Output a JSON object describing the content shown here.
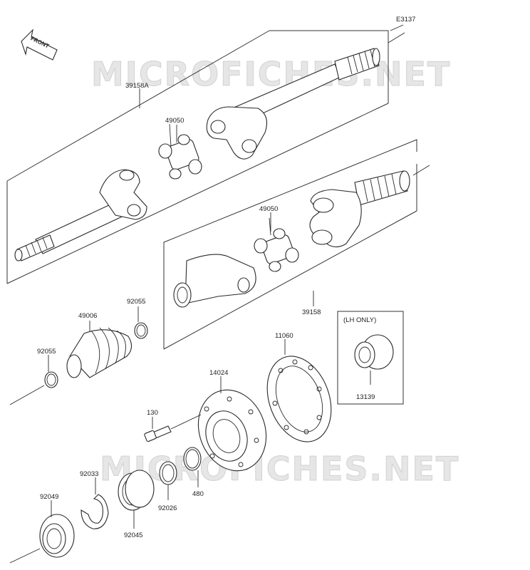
{
  "diagram_code": "E3137",
  "watermark": "MICROFICHES.NET",
  "front_arrow_label": "FRONT",
  "lh_only_note": "(LH ONLY)",
  "part_numbers": {
    "shaft_assy_a": "39158A",
    "shaft_assy": "39158",
    "joint_upper": "49050",
    "joint_lower": "49050",
    "boot": "49006",
    "band_right": "92055",
    "band_left": "92055",
    "gasket": "11060",
    "housing": "14024",
    "bolt": "130",
    "collar_lh": "13139",
    "circlip": "480",
    "snap_ring": "92033",
    "shim": "92026",
    "bearing": "92045",
    "oil_seal": "92049"
  }
}
